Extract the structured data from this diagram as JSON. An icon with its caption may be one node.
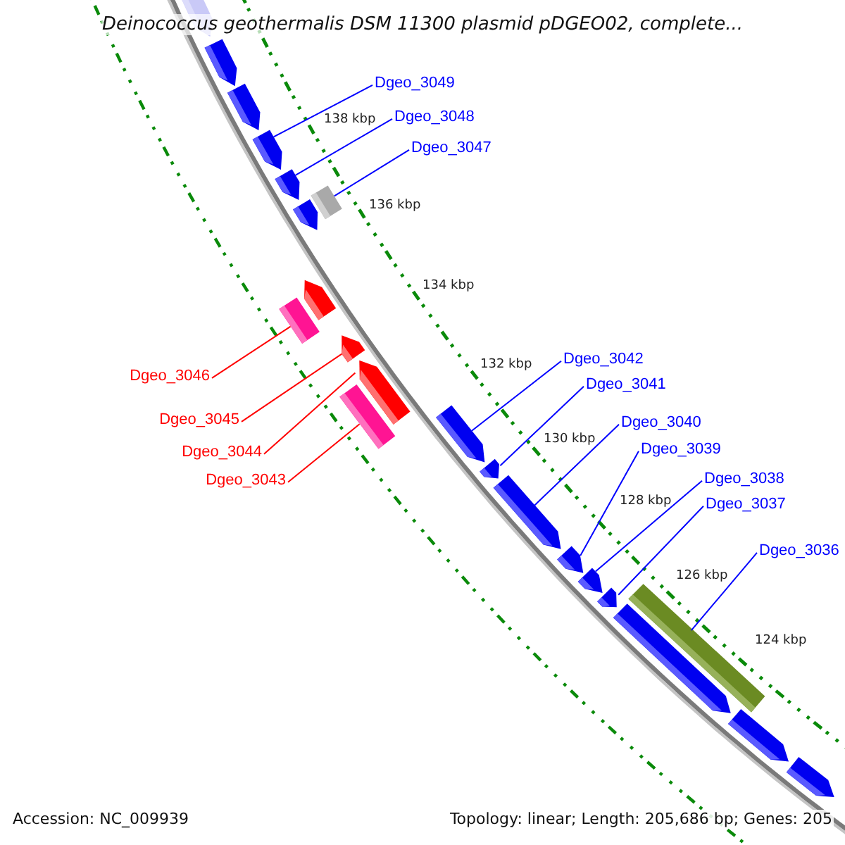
{
  "diagram": {
    "title": "Deinococcus geothermalis DSM 11300 plasmid pDGEO02, complete...",
    "nodes": [
      {
        "text": [
          "Dgeo_3049"
        ]
      },
      {
        "text": [
          "Dgeo_3048"
        ]
      },
      {
        "text": [
          "Dgeo_3047"
        ]
      },
      {
        "text": [
          "Dgeo_3042"
        ]
      },
      {
        "text": [
          "Dgeo_3046"
        ]
      },
      {
        "text": [
          "Dgeo_3041"
        ]
      },
      {
        "text": [
          "Dgeo_3045"
        ]
      },
      {
        "text": [
          "Dgeo_3040"
        ]
      },
      {
        "text": [
          "Dgeo_3039"
        ]
      },
      {
        "text": [
          "Dgeo_3044"
        ]
      },
      {
        "text": [
          "Dgeo_3038"
        ]
      },
      {
        "text": [
          "Dgeo_3043"
        ]
      },
      {
        "text": [
          "Dgeo_3037"
        ]
      },
      {
        "text": [
          "Dgeo_3036"
        ]
      },
      {
        "text": [],
        "shape": "arrow"
      },
      {
        "text": [],
        "shape": "arrow"
      },
      {
        "text": [],
        "shape": "arrow"
      },
      {
        "text": [],
        "shape": "arrow"
      },
      {
        "text": [],
        "shape": "arrow"
      },
      {
        "text": [],
        "shape": "bar"
      },
      {
        "text": [],
        "shape": "arrow"
      },
      {
        "text": [],
        "shape": "arrow"
      },
      {
        "text": [],
        "shape": "bar"
      },
      {
        "text": [],
        "shape": "arrow"
      },
      {
        "text": [],
        "shape": "arrow"
      },
      {
        "text": [],
        "shape": "bar"
      },
      {
        "text": [],
        "shape": "arrow"
      },
      {
        "text": [],
        "shape": "arrow"
      },
      {
        "text": [],
        "shape": "arrow"
      },
      {
        "text": [],
        "shape": "arrow"
      },
      {
        "text": [],
        "shape": "arrow"
      },
      {
        "text": [],
        "shape": "arrow"
      },
      {
        "text": [],
        "shape": "arrow"
      },
      {
        "text": [],
        "shape": "bar"
      },
      {
        "text": [],
        "shape": "arrow"
      },
      {
        "text": [],
        "shape": "arrow"
      }
    ],
    "edges": [
      {
        "from": 0,
        "to": 17,
        "arrow": "none"
      },
      {
        "from": 1,
        "to": 18,
        "arrow": "none"
      },
      {
        "from": 2,
        "to": 19,
        "arrow": "none"
      },
      {
        "from": 3,
        "to": 26,
        "arrow": "none"
      },
      {
        "from": 4,
        "to": 22,
        "arrow": "none",
        "color": "#ff0000"
      },
      {
        "from": 5,
        "to": 27,
        "arrow": "none"
      },
      {
        "from": 6,
        "to": 23,
        "arrow": "none",
        "color": "#ff0000"
      },
      {
        "from": 7,
        "to": 28,
        "arrow": "none"
      },
      {
        "from": 8,
        "to": 29,
        "arrow": "none"
      },
      {
        "from": 9,
        "to": 24,
        "arrow": "none",
        "color": "#ff0000"
      },
      {
        "from": 10,
        "to": 30,
        "arrow": "none"
      },
      {
        "from": 11,
        "to": 25,
        "arrow": "none",
        "color": "#ff0000"
      },
      {
        "from": 12,
        "to": 31,
        "arrow": "none"
      },
      {
        "from": 13,
        "to": 33,
        "arrow": "none"
      }
    ],
    "labels": [
      "138 kbp",
      "136 kbp",
      "134 kbp",
      "132 kbp",
      "130 kbp",
      "128 kbp",
      "126 kbp",
      "124 kbp",
      "Accession: NC_009939",
      "Topology: linear; Length: 205,686 bp; Genes: 205"
    ]
  }
}
